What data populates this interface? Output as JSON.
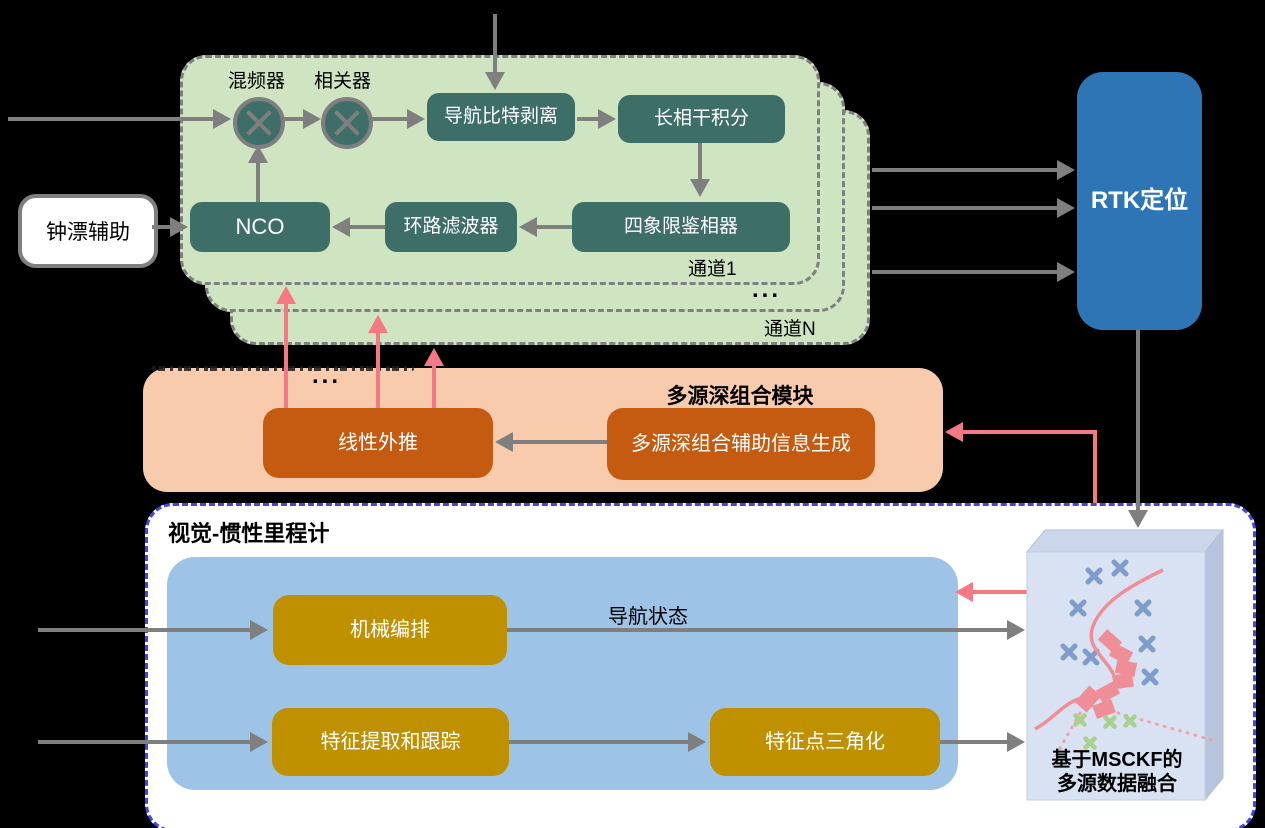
{
  "colors": {
    "channel_fill": "#cfe4c1",
    "block_teal": "#3e6e68",
    "arrow_gray": "#7f7f7f",
    "rtk_blue": "#2e75b6",
    "module_peach": "#f8cbad",
    "block_orange": "#c55a11",
    "block_gold": "#bf9000",
    "vio_inner_blue": "#9dc3e6",
    "vio_border_blue": "#4444ee",
    "pink_accent": "#f47982",
    "msckf_front": "#d9e2f2"
  },
  "tracking_channels": {
    "mixer_label": "混频器",
    "correlator_label": "相关器",
    "nav_bit_stripping": "导航比特剥离",
    "long_coherent_integration": "长相干积分",
    "nco": "NCO",
    "loop_filter": "环路滤波器",
    "quadrant_discriminator": "四象限鉴相器",
    "channel1": "通道1",
    "ellipsis": "...",
    "channelN": "通道N"
  },
  "clock_drift_aid_label": "钟漂辅助",
  "rtk_label": "RTK定位",
  "deep_integration_module": {
    "title": "多源深组合模块",
    "linear_extrapolation": "线性外推",
    "aiding_info_generation": "多源深组合辅助信息生成",
    "ellipsis": "..."
  },
  "vio_module": {
    "title": "视觉-惯性里程计",
    "mechanization": "机械编排",
    "nav_state": "导航状态",
    "feature_tracking": "特征提取和跟踪",
    "triangulation": "特征点三角化"
  },
  "msckf_fusion": {
    "line1": "基于MSCKF的",
    "line2": "多源数据融合"
  }
}
